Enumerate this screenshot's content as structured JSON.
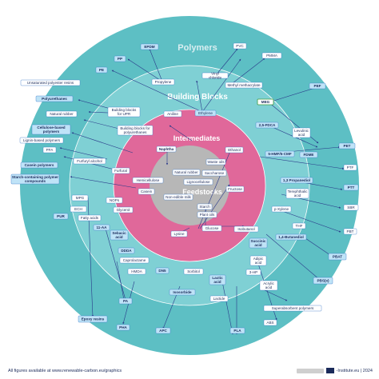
{
  "zones": {
    "polymers": "Polymers",
    "building_blocks": "Building Blocks",
    "intermediates": "Intermediates",
    "feedstocks": "Feedstocks"
  },
  "colors": {
    "polymers_ring": "#5dbfc4",
    "building_blocks_ring": "#7fd0d4",
    "intermediates_ring": "#e0689a",
    "feedstocks_core": "#b7b7b7",
    "label_box": "#bfe3f7",
    "label_border": "#3a78c8",
    "arrow": "#2a3a8a",
    "accent_green": "#3c9a3c"
  },
  "labels": {
    "epdm": "EPDM",
    "pp": "PP",
    "pe": "PE",
    "pvc": "PVC",
    "pmma": "PMMA",
    "pef": "PEF",
    "pet": "PET",
    "ptf": "PTF",
    "ptt": "PTT",
    "sbr": "SBR",
    "pbt": "PBT",
    "pbat": "PBAT",
    "pbs": "PBS(x)",
    "pa": "PA",
    "pha": "PHA",
    "apc": "APC",
    "pla": "PLA",
    "abs": "ABS",
    "sap": "Superabsorbent polymers",
    "epoxy": "Epoxy resins",
    "pur": "PUR",
    "ech": "ECH",
    "mpg": "MPG",
    "unsat": "Unsaturated polyester resins",
    "polyurethanes": "Polyurethanes",
    "natrubber_out": "Natural rubber",
    "cellulose_poly": "Cellulose-based polymers",
    "lignin_poly": "Lignin-based polymers",
    "pfa": "PFA",
    "casein_poly": "Casein polymers",
    "starch_poly": "Starch-containing polymer compounds",
    "propylene": "Propylene",
    "vinyl_chloride": "Vinyl chloride",
    "methyl_methacrylate": "Methyl methacrylate",
    "ethylene": "Ethylene",
    "meg": "MEG",
    "aniline": "Aniline",
    "bb_upr": "Building blocks for UPR",
    "bb_pur": "Building blocks for polyurethanes",
    "fdca": "2,5-FDCA",
    "hmf": "5-HMF/5-CMF",
    "levulinic": "Levulinic acid",
    "fdme": "FDME",
    "propanediol": "1,3 Propanediol",
    "terephthalic": "Terephthalic acid",
    "pxylene": "p-Xylene",
    "thf": "THF",
    "succinic": "Succinic acid",
    "butanediol": "1,4-Butanediol",
    "adipic": "Adipic acid",
    "hp3": "3-HP",
    "acrylic": "Acrylic acid",
    "sebacic": "Sebacic acid",
    "isosorbide": "Isosorbide",
    "lactic": "Lactic acid",
    "lactide": "Lactide",
    "furfuryl": "Furfuryl alcohol",
    "furfural": "Furfural",
    "glycerol": "Glycerol",
    "fatty": "Fatty acids",
    "aa11": "11-AA",
    "ddda": "DDDA",
    "caprolactame": "Caprolactame",
    "hmda": "HMDA",
    "dn5": "DN5",
    "sorbitol": "Sorbitol",
    "nops": "NOPs",
    "naphtha": "Naphtha",
    "ethanol": "Ethanol",
    "fructose": "Fructose",
    "glucose": "Glucose",
    "lysine": "Lysine",
    "isobutanol": "Isobutanol",
    "hemicellulose": "Hemicellulose",
    "casein": "Casein",
    "waste_oils": "Waste oils",
    "natural_rubber": "Natural rubber",
    "saccharose": "Saccharose",
    "lignocellulose": "Lignocellulose",
    "nonedible_milk": "Non-edible milk",
    "plant_oils": "Plant oils",
    "starch": "Starch"
  },
  "footer": {
    "left": "All figures available at www.renewable-carbon.eu/graphics",
    "right": "-Institute.eu | 2024"
  }
}
